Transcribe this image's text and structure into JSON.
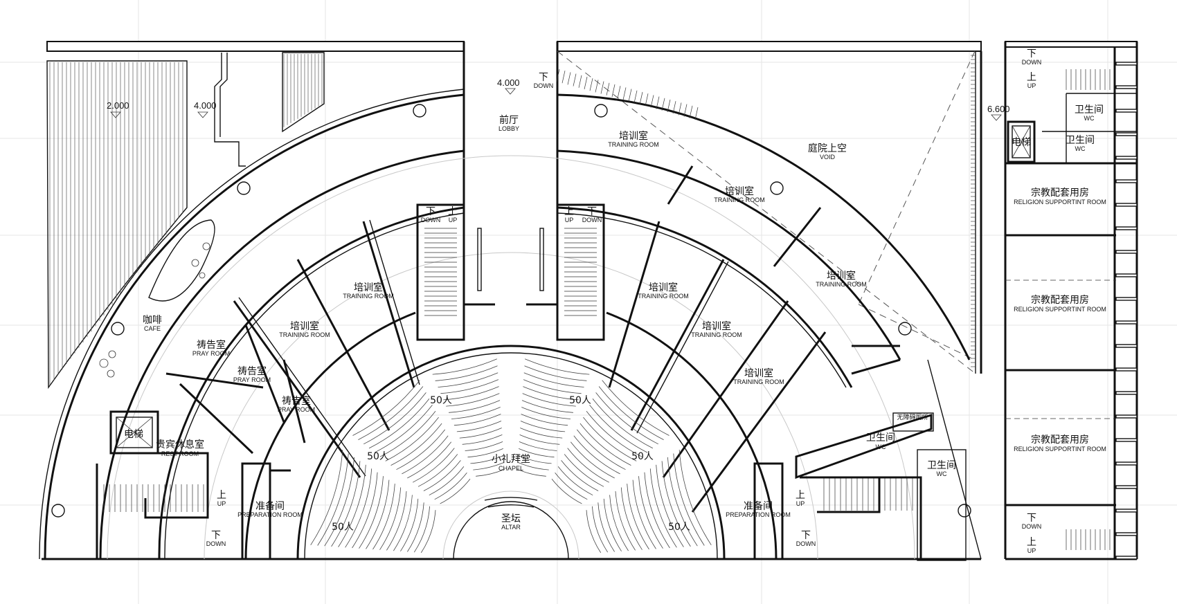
{
  "rooms": {
    "lobby": {
      "cn": "前厅",
      "en": "LOBBY"
    },
    "void": {
      "cn": "庭院上空",
      "en": "VOID"
    },
    "cafe": {
      "cn": "咖啡",
      "en": "CAFE"
    },
    "chapel": {
      "cn": "小礼拜堂",
      "en": "CHAPEL"
    },
    "altar": {
      "cn": "圣坛",
      "en": "ALTAR"
    },
    "rest": {
      "cn": "贵宾休息室",
      "en": "REST ROOM"
    },
    "training": {
      "cn": "培训室",
      "en": "TRAINING ROOM"
    },
    "pray": {
      "cn": "祷告室",
      "en": "PRAY ROOM"
    },
    "prep": {
      "cn": "准备间",
      "en": "PREPARATION ROOM"
    },
    "wc": {
      "cn": "卫生间",
      "en": "WC"
    },
    "elevator": {
      "cn": "电梯"
    },
    "religion": {
      "cn": "宗教配套用房",
      "en": "RELIGION SUPPORTINT ROOM"
    },
    "accessible_wc": {
      "cn": "无障碍厕所"
    }
  },
  "stairs": {
    "up_cn": "上",
    "up_en": "UP",
    "down_cn": "下",
    "down_en": "DOWN"
  },
  "seat_label": "50人",
  "levels": {
    "l1": "2.000",
    "l2": "4.000",
    "l3": "4.000",
    "l4": "6.600"
  }
}
